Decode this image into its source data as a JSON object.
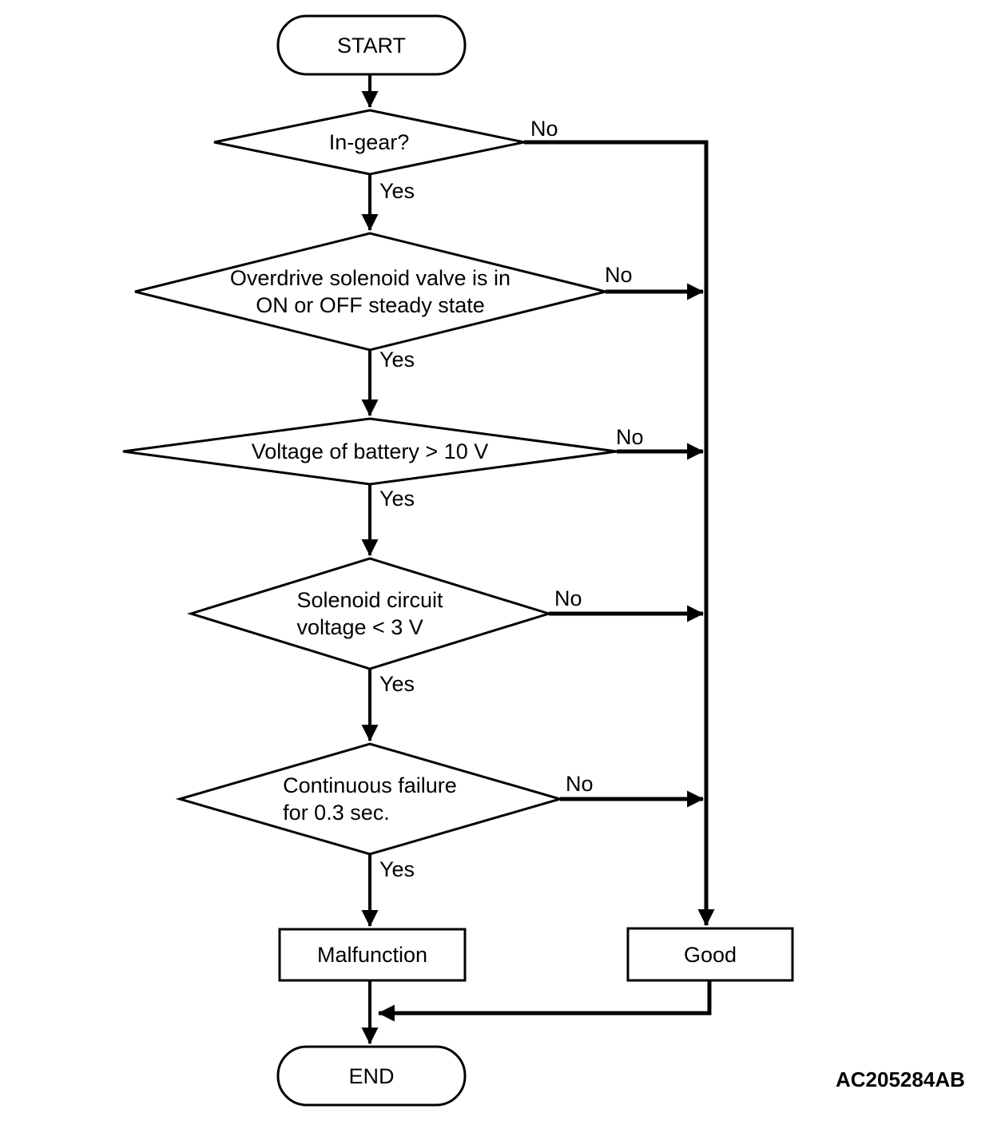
{
  "diagram": {
    "code": "AC205284AB",
    "nodes": {
      "start": {
        "label": "START"
      },
      "in_gear": {
        "label": "In-gear?"
      },
      "overdrive": {
        "line1": "Overdrive solenoid valve is in",
        "line2": "ON or OFF steady state"
      },
      "battery": {
        "label": "Voltage of battery > 10 V"
      },
      "solenoid": {
        "line1": "Solenoid circuit",
        "line2": "voltage < 3 V"
      },
      "failure": {
        "line1": "Continuous failure",
        "line2": "for 0.3 sec."
      },
      "malfunction": {
        "label": "Malfunction"
      },
      "good": {
        "label": "Good"
      },
      "end": {
        "label": "END"
      }
    },
    "edge_labels": {
      "in_gear_yes": "Yes",
      "in_gear_no": "No",
      "overdrive_yes": "Yes",
      "overdrive_no": "No",
      "battery_yes": "Yes",
      "battery_no": "No",
      "solenoid_yes": "Yes",
      "solenoid_no": "No",
      "failure_yes": "Yes",
      "failure_no": "No"
    },
    "colors": {
      "line": "#000000",
      "background": "#ffffff"
    }
  }
}
